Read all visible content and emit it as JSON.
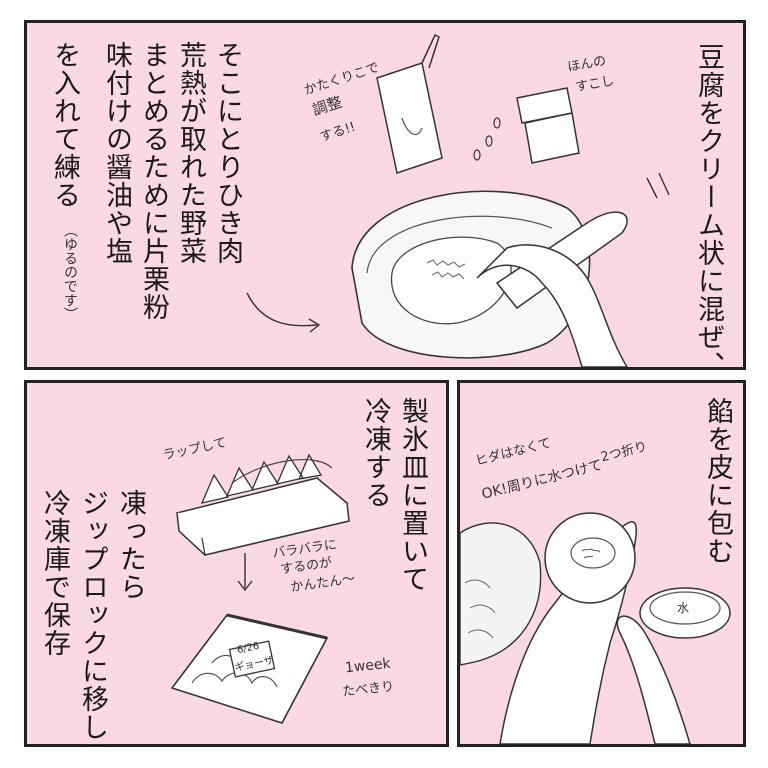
{
  "panel1": {
    "right_text": "豆腐をクリーム状に混ぜ、",
    "left_lines": [
      "そこにとりひき肉",
      "荒熱が取れた野菜",
      "まとめるために片栗粉",
      "味付けの醤油や塩"
    ],
    "last_line": "を入れて練る",
    "side_note": "（ゆるのです）",
    "note_katakuriko": "かたくりこで",
    "note_adjust": "調整",
    "note_suru": "する!!",
    "note_honno": "ほんの",
    "note_sukoshi": "すこし"
  },
  "panel2": {
    "line1": "製氷皿に置いて",
    "line2": "冷凍する",
    "line3": "凍ったら",
    "line4": "ジップロックに移し",
    "line5": "冷凍庫で保存",
    "note_wrap": "ラップして",
    "note_bara1": "バラバラに",
    "note_bara2": "するのが",
    "note_bara3": "かんたん〜",
    "bag_label1": "6/26",
    "bag_label2": "ギョーザ",
    "note_week1": "1week",
    "note_week2": "たべきり"
  },
  "panel3": {
    "title": "餡を皮に包む",
    "note_line1": "ヒダはなくて",
    "note_line2": "OK!周りに水つけて",
    "note_line3": "2つ折り",
    "water_label": "水"
  }
}
